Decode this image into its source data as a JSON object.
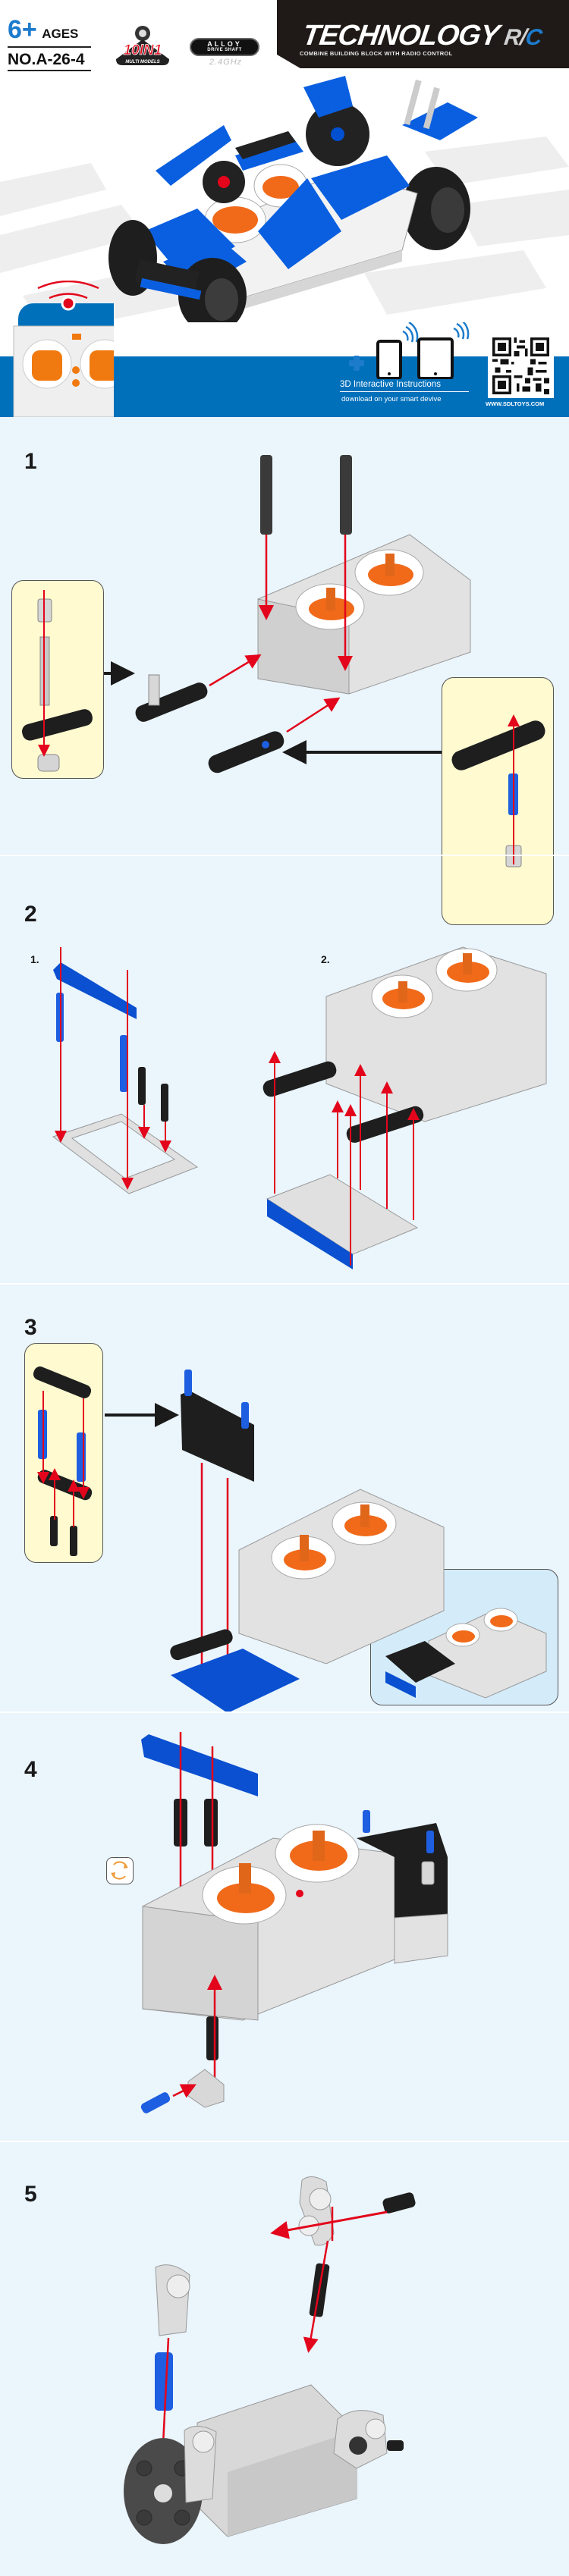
{
  "header": {
    "age_number": "6+",
    "age_label": "AGES",
    "model_number": "NO.A-26-4",
    "badge_multi": {
      "title": "10IN1",
      "subtitle": "MULTI MODELS"
    },
    "badge_alloy": {
      "title": "ALLOY",
      "subtitle": "DRIVE SHAFT",
      "frequency": "2.4GHz"
    },
    "brand": {
      "title": "TECHNOLOGY",
      "rc_prefix": "R/",
      "rc_suffix": "C",
      "tagline": "COMBINE BUILDING BLOCK WITH RADIO CONTROL"
    },
    "app_promo": {
      "title": "3D Interactive Instructions",
      "subtitle": "download on your smart devive"
    },
    "website": "WWW.SDLTOYS.COM",
    "icons": [
      "plus-icon",
      "smartphone-icon",
      "tablet-icon",
      "wifi-signal-icon",
      "qr-code",
      "radio-controller",
      "rc-car-model"
    ]
  },
  "colors": {
    "brand_blue": "#0070bb",
    "accent_blue": "#1d7bcc",
    "page_bg": "#eaf5fc",
    "inset_yellow": "#fffad0",
    "inset_blue": "#d4ecfa",
    "arrow_red": "#e3051b",
    "part_blue": "#0050d0",
    "part_black": "#1e1e1e",
    "part_gray": "#d8d8d8",
    "part_orange": "#f06a1a"
  },
  "steps": [
    {
      "number": "1",
      "sub_steps": [],
      "insets": [
        "left-subassembly",
        "right-subassembly"
      ]
    },
    {
      "number": "2",
      "sub_steps": [
        "1.",
        "2."
      ],
      "insets": []
    },
    {
      "number": "3",
      "sub_steps": [],
      "insets": [
        "left-subassembly",
        "result-preview"
      ]
    },
    {
      "number": "4",
      "sub_steps": [],
      "insets": [],
      "icons": [
        "rotate-model-icon"
      ]
    },
    {
      "number": "5",
      "sub_steps": [],
      "insets": []
    }
  ]
}
